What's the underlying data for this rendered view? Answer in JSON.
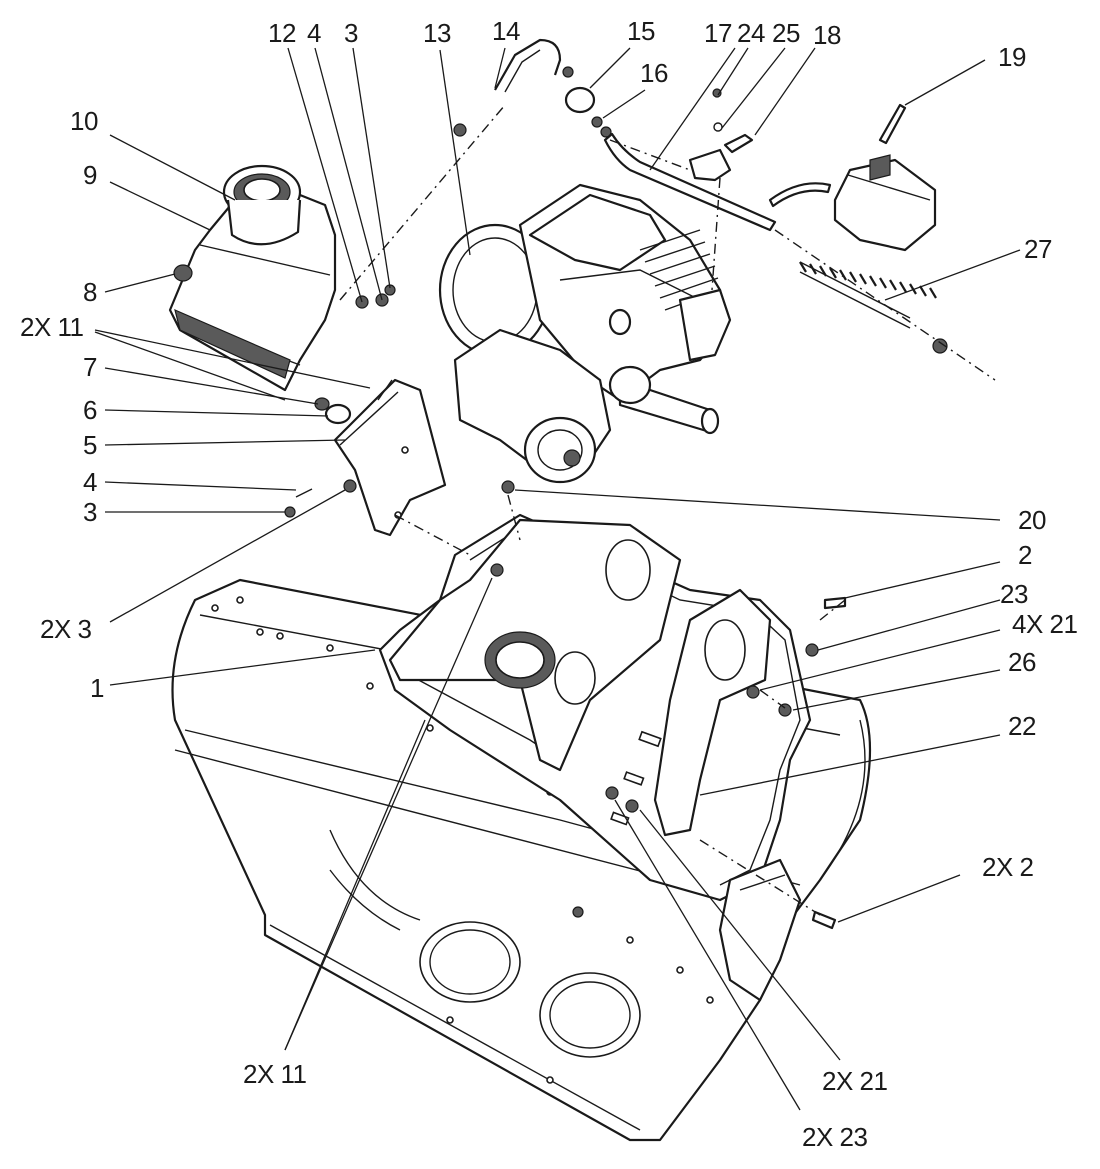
{
  "callouts": [
    {
      "key": "c12",
      "text": "12"
    },
    {
      "key": "c4a",
      "text": "4"
    },
    {
      "key": "c3a",
      "text": "3"
    },
    {
      "key": "c13",
      "text": "13"
    },
    {
      "key": "c14",
      "text": "14"
    },
    {
      "key": "c15",
      "text": "15"
    },
    {
      "key": "c16",
      "text": "16"
    },
    {
      "key": "c17",
      "text": "17"
    },
    {
      "key": "c24",
      "text": "24"
    },
    {
      "key": "c25",
      "text": "25"
    },
    {
      "key": "c18",
      "text": "18"
    },
    {
      "key": "c19",
      "text": "19"
    },
    {
      "key": "c10",
      "text": "10"
    },
    {
      "key": "c9",
      "text": "9"
    },
    {
      "key": "c27",
      "text": "27"
    },
    {
      "key": "c8",
      "text": "8"
    },
    {
      "key": "c2x11a",
      "text": "2X 11"
    },
    {
      "key": "c7",
      "text": "7"
    },
    {
      "key": "c6",
      "text": "6"
    },
    {
      "key": "c5",
      "text": "5"
    },
    {
      "key": "c4b",
      "text": "4"
    },
    {
      "key": "c3b",
      "text": "3"
    },
    {
      "key": "c20",
      "text": "20"
    },
    {
      "key": "c2a",
      "text": "2"
    },
    {
      "key": "c23",
      "text": "23"
    },
    {
      "key": "c4x21",
      "text": "4X 21"
    },
    {
      "key": "c26",
      "text": "26"
    },
    {
      "key": "c2x3",
      "text": "2X 3"
    },
    {
      "key": "c1",
      "text": "1"
    },
    {
      "key": "c22",
      "text": "22"
    },
    {
      "key": "c2x2",
      "text": "2X 2"
    },
    {
      "key": "c2x11b",
      "text": "2X 11"
    },
    {
      "key": "c2x21",
      "text": "2X 21"
    },
    {
      "key": "c2x23",
      "text": "2X 23"
    }
  ]
}
